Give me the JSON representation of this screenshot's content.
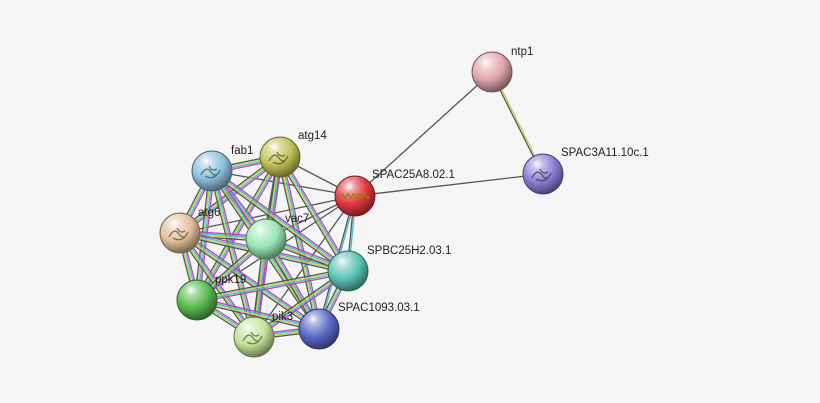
{
  "nodes": [
    {
      "id": "ntp1",
      "label": "ntp1",
      "color": "#e0a5ab",
      "glyph": "none"
    },
    {
      "id": "SPAC3A11.10c.1",
      "label": "SPAC3A11.10c.1",
      "color": "#8c7fd6",
      "glyph": "protein-structure"
    },
    {
      "id": "SPAC25A8.02.1",
      "label": "SPAC25A8.02.1",
      "color": "#e2383f",
      "glyph": "helix"
    },
    {
      "id": "atg14",
      "label": "atg14",
      "color": "#c2c256",
      "glyph": "protein-structure"
    },
    {
      "id": "fab1",
      "label": "fab1",
      "color": "#8ec1dd",
      "glyph": "protein-structure"
    },
    {
      "id": "atg6",
      "label": "atg6",
      "color": "#e2c09a",
      "glyph": "protein-structure"
    },
    {
      "id": "vac7",
      "label": "vac7",
      "color": "#9be6b4",
      "glyph": "none"
    },
    {
      "id": "SPBC25H2.03.1",
      "label": "SPBC25H2.03.1",
      "color": "#5cc4b8",
      "glyph": "none"
    },
    {
      "id": "ppk19",
      "label": "ppk19",
      "color": "#58b84c",
      "glyph": "none"
    },
    {
      "id": "pik3",
      "label": "pik3",
      "color": "#c4e29a",
      "glyph": "protein-structure"
    },
    {
      "id": "SPAC1093.03.1",
      "label": "SPAC1093.03.1",
      "color": "#5a68c8",
      "glyph": "none"
    }
  ],
  "edges": [
    {
      "source": "ntp1",
      "target": "SPAC25A8.02.1",
      "colors": [
        "#555555"
      ]
    },
    {
      "source": "SPAC25A8.02.1",
      "target": "SPAC3A11.10c.1",
      "colors": [
        "#555555"
      ]
    },
    {
      "source": "ntp1",
      "target": "SPAC3A11.10c.1",
      "colors": [
        "#bcd44a",
        "#555555"
      ]
    },
    {
      "source": "SPAC25A8.02.1",
      "target": "atg14",
      "colors": [
        "#555555"
      ]
    },
    {
      "source": "SPAC25A8.02.1",
      "target": "fab1",
      "colors": [
        "#555555"
      ]
    },
    {
      "source": "SPAC25A8.02.1",
      "target": "atg6",
      "colors": [
        "#555555"
      ]
    },
    {
      "source": "SPAC25A8.02.1",
      "target": "vac7",
      "colors": [
        "#555555"
      ]
    },
    {
      "source": "SPAC25A8.02.1",
      "target": "SPBC25H2.03.1",
      "colors": [
        "#3fc0d0",
        "#555555"
      ]
    },
    {
      "source": "SPAC25A8.02.1",
      "target": "ppk19",
      "colors": [
        "#555555"
      ]
    },
    {
      "source": "SPAC25A8.02.1",
      "target": "pik3",
      "colors": [
        "#555555"
      ]
    },
    {
      "source": "SPAC25A8.02.1",
      "target": "SPAC1093.03.1",
      "colors": [
        "#3fc0d0",
        "#555555"
      ]
    },
    {
      "source": "atg14",
      "target": "fab1",
      "colors": [
        "#c040c0",
        "#3fc0d0",
        "#bcd44a",
        "#555555"
      ]
    },
    {
      "source": "atg14",
      "target": "atg6",
      "colors": [
        "#c040c0",
        "#3fc0d0",
        "#bcd44a",
        "#555555"
      ]
    },
    {
      "source": "atg14",
      "target": "vac7",
      "colors": [
        "#c040c0",
        "#3fc0d0",
        "#bcd44a",
        "#555555"
      ]
    },
    {
      "source": "atg14",
      "target": "SPBC25H2.03.1",
      "colors": [
        "#c040c0",
        "#3fc0d0",
        "#bcd44a",
        "#555555"
      ]
    },
    {
      "source": "atg14",
      "target": "ppk19",
      "colors": [
        "#c040c0",
        "#3fc0d0",
        "#bcd44a",
        "#555555"
      ]
    },
    {
      "source": "atg14",
      "target": "pik3",
      "colors": [
        "#c040c0",
        "#3fc0d0",
        "#bcd44a",
        "#555555"
      ]
    },
    {
      "source": "atg14",
      "target": "SPAC1093.03.1",
      "colors": [
        "#c040c0",
        "#3fc0d0",
        "#bcd44a",
        "#555555"
      ]
    },
    {
      "source": "fab1",
      "target": "atg6",
      "colors": [
        "#c040c0",
        "#3fc0d0",
        "#bcd44a",
        "#555555"
      ]
    },
    {
      "source": "fab1",
      "target": "vac7",
      "colors": [
        "#c040c0",
        "#3fc0d0",
        "#bcd44a",
        "#555555"
      ]
    },
    {
      "source": "fab1",
      "target": "SPBC25H2.03.1",
      "colors": [
        "#c040c0",
        "#3fc0d0",
        "#bcd44a",
        "#555555"
      ]
    },
    {
      "source": "fab1",
      "target": "ppk19",
      "colors": [
        "#c040c0",
        "#3fc0d0",
        "#bcd44a",
        "#555555"
      ]
    },
    {
      "source": "fab1",
      "target": "pik3",
      "colors": [
        "#c040c0",
        "#3fc0d0",
        "#bcd44a",
        "#555555"
      ]
    },
    {
      "source": "fab1",
      "target": "SPAC1093.03.1",
      "colors": [
        "#c040c0",
        "#3fc0d0",
        "#bcd44a",
        "#555555"
      ]
    },
    {
      "source": "atg6",
      "target": "vac7",
      "colors": [
        "#c040c0",
        "#3fc0d0",
        "#bcd44a",
        "#555555"
      ]
    },
    {
      "source": "atg6",
      "target": "SPBC25H2.03.1",
      "colors": [
        "#c040c0",
        "#3fc0d0",
        "#bcd44a",
        "#555555"
      ]
    },
    {
      "source": "atg6",
      "target": "ppk19",
      "colors": [
        "#c040c0",
        "#3fc0d0",
        "#bcd44a",
        "#555555"
      ]
    },
    {
      "source": "atg6",
      "target": "pik3",
      "colors": [
        "#c040c0",
        "#3fc0d0",
        "#bcd44a",
        "#555555"
      ]
    },
    {
      "source": "atg6",
      "target": "SPAC1093.03.1",
      "colors": [
        "#c040c0",
        "#3fc0d0",
        "#bcd44a",
        "#555555"
      ]
    },
    {
      "source": "vac7",
      "target": "SPBC25H2.03.1",
      "colors": [
        "#c040c0",
        "#3fc0d0",
        "#bcd44a",
        "#555555"
      ]
    },
    {
      "source": "vac7",
      "target": "ppk19",
      "colors": [
        "#c040c0",
        "#3fc0d0",
        "#bcd44a",
        "#555555"
      ]
    },
    {
      "source": "vac7",
      "target": "pik3",
      "colors": [
        "#c040c0",
        "#3fc0d0",
        "#bcd44a",
        "#555555"
      ]
    },
    {
      "source": "vac7",
      "target": "SPAC1093.03.1",
      "colors": [
        "#c040c0",
        "#3fc0d0",
        "#bcd44a",
        "#555555"
      ]
    },
    {
      "source": "SPBC25H2.03.1",
      "target": "ppk19",
      "colors": [
        "#c040c0",
        "#3fc0d0",
        "#bcd44a",
        "#555555"
      ]
    },
    {
      "source": "SPBC25H2.03.1",
      "target": "pik3",
      "colors": [
        "#c040c0",
        "#3fc0d0",
        "#bcd44a",
        "#555555"
      ]
    },
    {
      "source": "SPBC25H2.03.1",
      "target": "SPAC1093.03.1",
      "colors": [
        "#c040c0",
        "#3fc0d0",
        "#bcd44a",
        "#555555"
      ]
    },
    {
      "source": "ppk19",
      "target": "pik3",
      "colors": [
        "#c040c0",
        "#3fc0d0",
        "#bcd44a",
        "#555555"
      ]
    },
    {
      "source": "ppk19",
      "target": "SPAC1093.03.1",
      "colors": [
        "#c040c0",
        "#3fc0d0",
        "#bcd44a",
        "#555555"
      ]
    },
    {
      "source": "pik3",
      "target": "SPAC1093.03.1",
      "colors": [
        "#c040c0",
        "#3fc0d0",
        "#bcd44a",
        "#555555"
      ]
    }
  ]
}
